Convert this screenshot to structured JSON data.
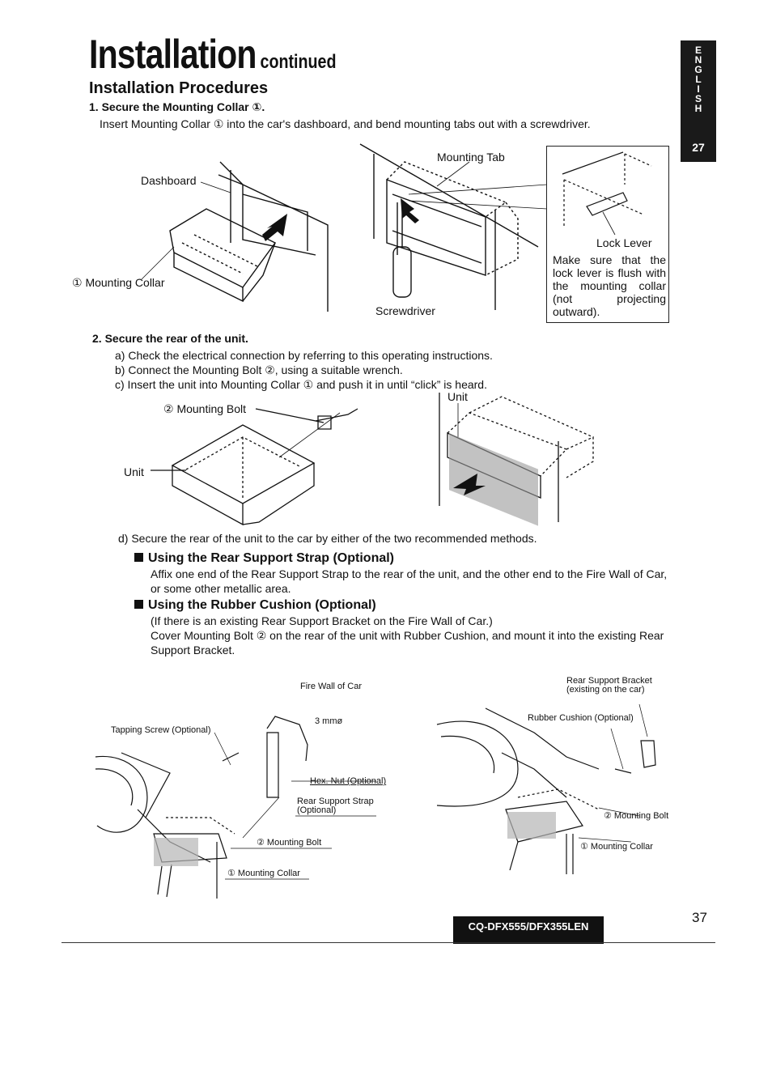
{
  "header": {
    "title": "Installation",
    "title_suffix": "continued",
    "subtitle": "Installation Procedures"
  },
  "side_tab": {
    "letters": [
      "E",
      "N",
      "G",
      "L",
      "I",
      "S",
      "H"
    ],
    "page": "27"
  },
  "step1": {
    "heading": "1. Secure the Mounting Collar ①.",
    "text": "Insert Mounting Collar ① into the car's dashboard, and bend mounting tabs out with a screwdriver.",
    "labels": {
      "dashboard": "Dashboard",
      "mounting_collar": "① Mounting Collar",
      "mounting_tab": "Mounting Tab",
      "screwdriver": "Screwdriver",
      "lock_lever": "Lock Lever"
    },
    "note": "Make sure that the lock lever is flush with the mounting collar (not projecting outward)."
  },
  "step2": {
    "heading": "2. Secure the rear of the unit.",
    "a": "a) Check the electrical connection by referring to this operating instructions.",
    "b": "b) Connect the Mounting Bolt ②, using a suitable wrench.",
    "c": "c) Insert the unit into Mounting Collar ① and push it in until “click” is heard.",
    "labels": {
      "mounting_bolt": "② Mounting Bolt",
      "unit_left": "Unit",
      "unit_right": "Unit"
    },
    "d": "d) Secure the rear of the unit to the car by either of the two recommended methods."
  },
  "method_strap": {
    "heading": "Using the Rear Support Strap (Optional)",
    "text": "Affix one end of the Rear Support Strap to the rear of the unit, and the other end to the Fire Wall of Car, or some other metallic area."
  },
  "method_cushion": {
    "heading": "Using the Rubber Cushion (Optional)",
    "text1": "(If there is an existing Rear Support Bracket on the Fire Wall of Car.)",
    "text2": "Cover Mounting Bolt ② on the rear of the unit with Rubber Cushion, and mount it into the existing Rear Support Bracket."
  },
  "figure_left": {
    "fire_wall": "Fire Wall of Car",
    "tapping_screw": "Tapping Screw (Optional)",
    "size": "3 mmø",
    "hex_nut": "Hex. Nut (Optional)",
    "strap_line1": "Rear Support Strap",
    "strap_line2": "(Optional)",
    "bolt": "② Mounting Bolt",
    "collar": "① Mounting Collar"
  },
  "figure_right": {
    "bracket_line1": "Rear Support Bracket",
    "bracket_line2": "(existing on the car)",
    "cushion": "Rubber Cushion (Optional)",
    "bolt": "② Mounting Bolt",
    "collar": "① Mounting Collar"
  },
  "footer": {
    "model": "CQ-DFX555/DFX355LEN",
    "page_number": "37"
  }
}
